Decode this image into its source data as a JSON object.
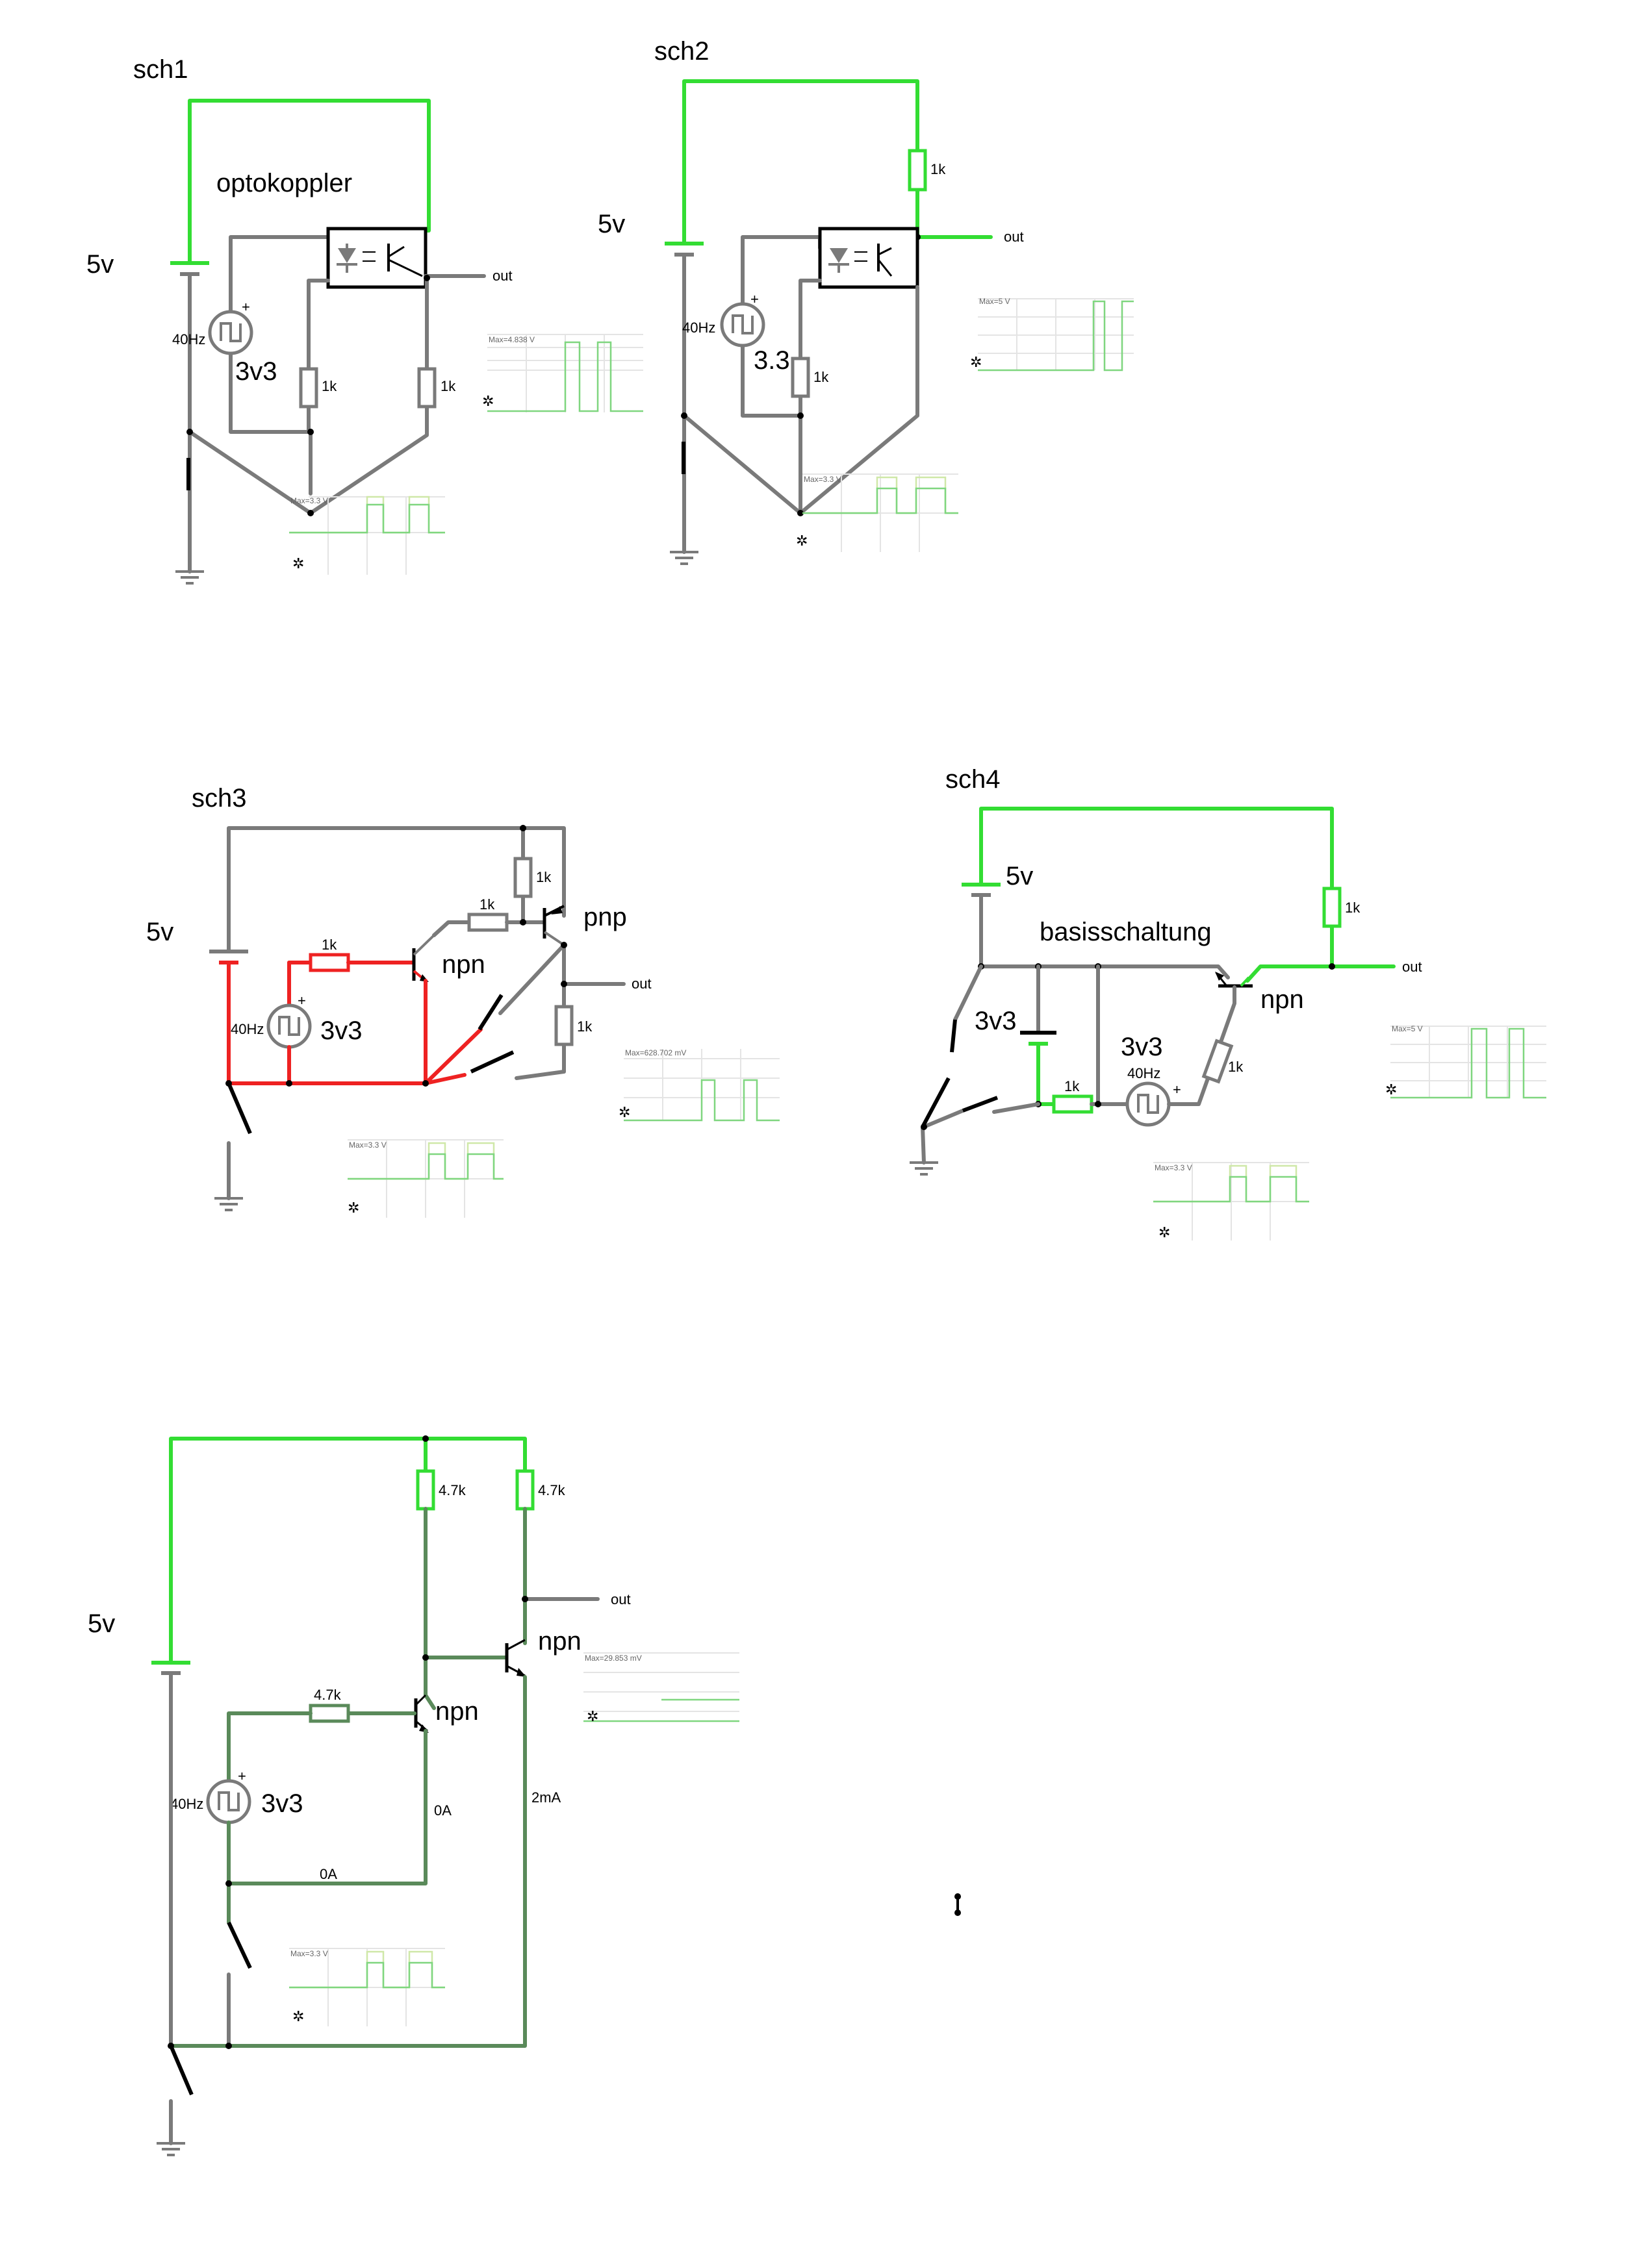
{
  "colors": {
    "wire_idle": "#7a7a7a",
    "wire_high": "#33dd33",
    "wire_current": "#ee2222",
    "wire_low": "#5a8a5a",
    "text": "#000000"
  },
  "sch1": {
    "title": "sch1",
    "supply_label": "5v",
    "source_voltage": "3v3",
    "source_freq": "40Hz",
    "plus": "+",
    "component_label": "optokoppler",
    "r_input": "1k",
    "r_output": "1k",
    "out_label": "out",
    "scope_out_max": "Max=4.838 V",
    "scope_in_max": "Max=3.3 V"
  },
  "sch2": {
    "title": "sch2",
    "supply_label": "5v",
    "source_voltage": "3.3",
    "source_freq": "40Hz",
    "plus": "+",
    "r_pullup": "1k",
    "r_input": "1k",
    "out_label": "out",
    "scope_out_max": "Max=5 V",
    "scope_in_max": "Max=3.3 V"
  },
  "sch3": {
    "title": "sch3",
    "supply_label": "5v",
    "source_voltage": "3v3",
    "source_freq": "40Hz",
    "plus": "+",
    "r_base_npn": "1k",
    "r_pnp_base": "1k",
    "r_pnp_top": "1k",
    "r_load": "1k",
    "npn_label": "npn",
    "pnp_label": "pnp",
    "out_label": "out",
    "scope_out_max": "Max=628.702 mV",
    "scope_in_max": "Max=3.3 V"
  },
  "sch4": {
    "title": "sch4",
    "supply_label": "5v",
    "battery_label": "3v3",
    "source_voltage": "3v3",
    "source_freq": "40Hz",
    "plus": "+",
    "component_label": "basisschaltung",
    "r_collector": "1k",
    "r_source": "1k",
    "r_emitter": "1k",
    "npn_label": "npn",
    "out_label": "out",
    "scope_out_max": "Max=5 V",
    "scope_in_max": "Max=3.3 V"
  },
  "sch5": {
    "supply_label": "5v",
    "source_voltage": "3v3",
    "source_freq": "40Hz",
    "plus": "+",
    "r_collector1": "4.7k",
    "r_collector2": "4.7k",
    "r_base": "4.7k",
    "npn1_label": "npn",
    "npn2_label": "npn",
    "out_label": "out",
    "current_emitter1": "0A",
    "current_bottom": "0A",
    "current_right": "2mA",
    "scope_out_max": "Max=29.853 mV",
    "scope_in_max": "Max=3.3 V"
  }
}
